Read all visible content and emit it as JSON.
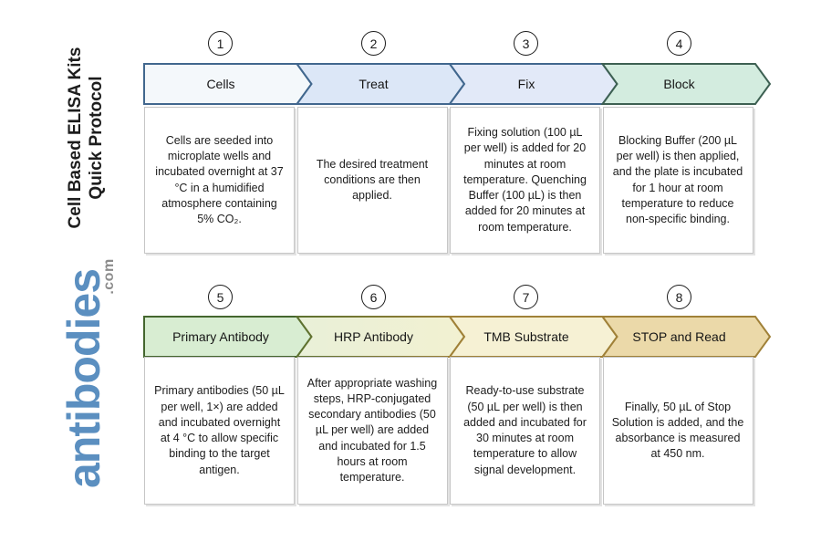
{
  "sidebar": {
    "title_line1": "Cell Based ELISA Kits",
    "title_line2": "Quick Protocol",
    "title_color": "#1d1d1d",
    "logo_text": "antibodies",
    "logo_suffix": ".com",
    "logo_color": "#5b8fc0",
    "logo_suffix_color": "#8c8c8c"
  },
  "steps": [
    {
      "number": "1",
      "label": "Cells",
      "description": "Cells are seeded into microplate wells and incubated overnight at 37 °C in a humidified atmosphere containing 5% CO₂.",
      "fill": "#f4f8fb",
      "stroke": "#41678e"
    },
    {
      "number": "2",
      "label": "Treat",
      "description": "The desired treatment conditions are then applied.",
      "fill": "#dce7f7",
      "stroke": "#41678e"
    },
    {
      "number": "3",
      "label": "Fix",
      "description": "Fixing solution (100 µL per well) is added for 20 minutes at room temperature. Quenching Buffer (100 µL) is then added for 20 minutes at room temperature.",
      "fill": "#e2e9f8",
      "stroke": "#41678e"
    },
    {
      "number": "4",
      "label": "Block",
      "description": "Blocking Buffer (200 µL per well) is then applied, and the plate is incubated for 1 hour at room temperature to reduce non-specific binding.",
      "fill": "#d3ecdf",
      "stroke": "#3d6052"
    },
    {
      "number": "5",
      "label": "Primary Antibody",
      "description": "Primary antibodies (50 µL per well, 1×) are added and incubated overnight at 4 °C to allow specific binding to the target antigen.",
      "fill": "#d8edd2",
      "stroke": "#44662e"
    },
    {
      "number": "6",
      "label": "HRP Antibody",
      "description": "After appropriate washing steps, HRP-conjugated secondary antibodies (50 µL per well) are added and incubated for 1.5 hours at room temperature.",
      "fill": "#e9f0d8",
      "fill_end": "#f2f1d1",
      "stroke": "#5c712f",
      "stroke_end": "#a08138"
    },
    {
      "number": "7",
      "label": "TMB Substrate",
      "description": "Ready-to-use substrate (50 µL per well) is then added and incubated for 30 minutes at room temperature to allow signal development.",
      "fill": "#f6f1d4",
      "stroke": "#a08138"
    },
    {
      "number": "8",
      "label": "STOP and Read",
      "description": "Finally, 50 µL of Stop Solution is added, and the absorbance is measured at 450 nm.",
      "fill": "#ebd9a9",
      "stroke": "#a08138"
    }
  ]
}
